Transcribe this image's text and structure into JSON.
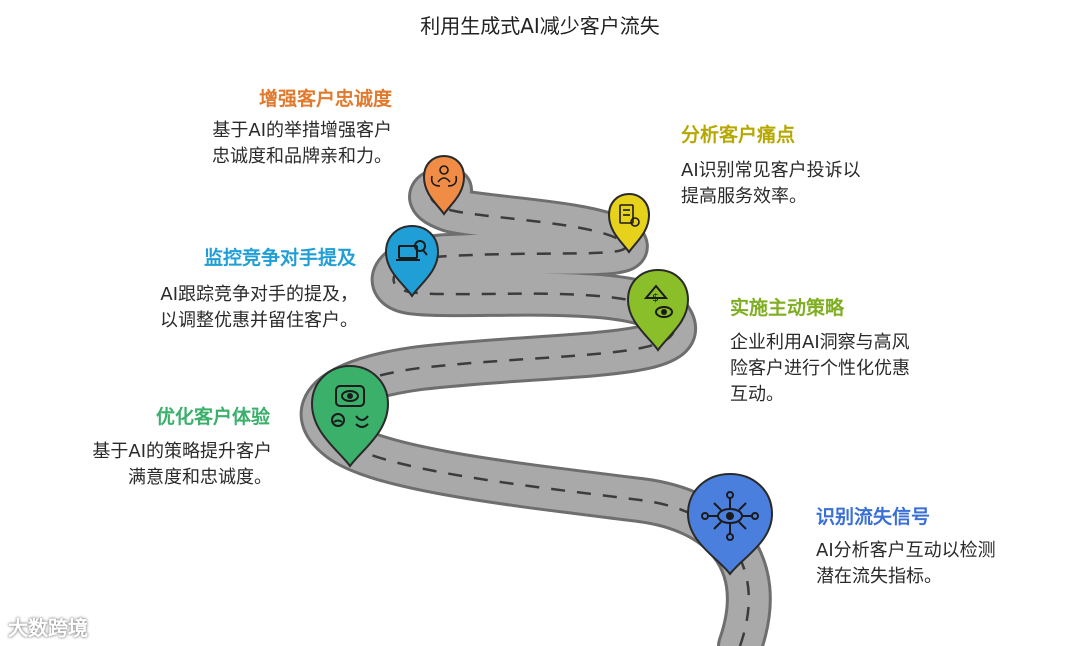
{
  "title": "利用生成式AI减少客户流失",
  "steps": [
    {
      "label": "识别流失信号",
      "desc": "AI分析客户互动以检测潜在流失指标。",
      "color": "#4a7fde",
      "icon": "network-eye-icon"
    },
    {
      "label": "优化客户体验",
      "desc": "基于AI的策略提升客户满意度和忠诚度。",
      "color": "#3ab06b",
      "icon": "customer-feedback-icon"
    },
    {
      "label": "实施主动策略",
      "desc": "企业利用AI洞察与高风险客户进行个性化优惠互动。",
      "color": "#8bbf2a",
      "icon": "money-insight-icon"
    },
    {
      "label": "监控竞争对手提及",
      "desc": "AI跟踪竞争对手的提及，以调整优惠并留住客户。",
      "color": "#1f9fd6",
      "icon": "laptop-search-icon"
    },
    {
      "label": "分析客户痛点",
      "desc": "AI识别常见客户投诉以提高服务效率。",
      "color": "#c2b400",
      "icon": "checklist-gear-icon"
    },
    {
      "label": "增强客户忠诚度",
      "desc": "基于AI的举措增强客户忠诚度和品牌亲和力。",
      "color": "#e07a2e",
      "icon": "person-hands-icon"
    }
  ],
  "watermark": "大数跨境"
}
